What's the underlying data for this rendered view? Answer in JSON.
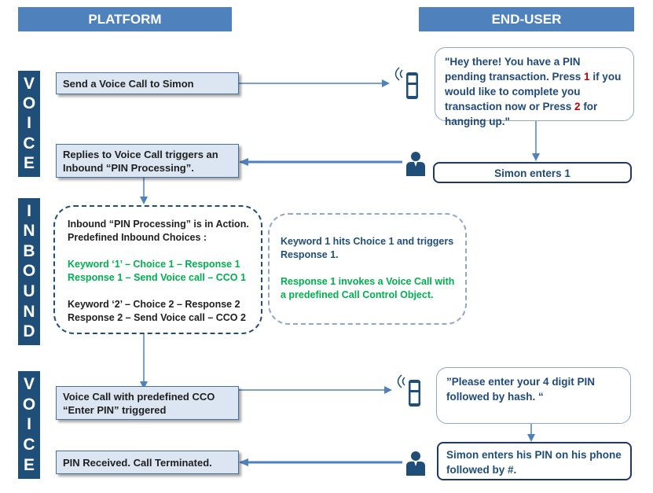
{
  "headers": {
    "platform": "PLATFORM",
    "end_user": "END-USER"
  },
  "side_labels": {
    "voice1": [
      "V",
      "O",
      "I",
      "C",
      "E"
    ],
    "inbound": [
      "I",
      "N",
      "B",
      "O",
      "U",
      "N",
      "D"
    ],
    "voice2": [
      "V",
      "O",
      "I",
      "C",
      "E"
    ]
  },
  "platform_boxes": {
    "send_call": "Send a Voice Call to Simon",
    "replies_line1": "Replies to Voice Call triggers an",
    "replies_line2": "Inbound “PIN Processing”.",
    "voice_cco_line1": "Voice Call with predefined CCO",
    "voice_cco_line2": "“Enter PIN” triggered",
    "pin_received": "PIN Received. Call Terminated."
  },
  "inbound_box": {
    "line1": "Inbound “PIN Processing” is in Action.",
    "line2": "Predefined Inbound Choices :",
    "choice1_line1": "Keyword ‘1’ – Choice 1 – Response 1",
    "choice1_line2": "Response 1 – Send Voice call  – CCO 1",
    "choice2_line1": "Keyword ‘2’ –  Choice 2 – Response 2",
    "choice2_line2": "Response 2 – Send Voice call  – CCO 2"
  },
  "explain_box": {
    "line1": "Keyword 1 hits Choice 1 and triggers",
    "line2": "Response 1.",
    "line3": "Response 1 invokes a Voice Call with",
    "line4": "a predefined Call Control Object."
  },
  "user_boxes": {
    "msg1_part1": "\"Hey there!  You have a  PIN pending transaction. Press ",
    "msg1_key1": "1",
    "msg1_part2": " if you would like to complete you transaction now or Press ",
    "msg1_key2": "2",
    "msg1_part3": " for hanging up.\"",
    "simon_enters_1": "Simon enters 1",
    "msg2": "”Please enter your 4 digit PIN followed by hash. “",
    "simon_enters_pin": "Simon enters his PIN on his phone followed by #."
  },
  "colors": {
    "header_bg": "#4f81bd",
    "side_bar_bg": "#1f4e79",
    "platform_box_bg": "#dce6f2",
    "arrow": "#4f81bd",
    "green_text": "#00b050",
    "red_digit": "#c00000",
    "user_text": "#1f497d"
  },
  "icons": [
    "phone-icon",
    "user-icon"
  ]
}
